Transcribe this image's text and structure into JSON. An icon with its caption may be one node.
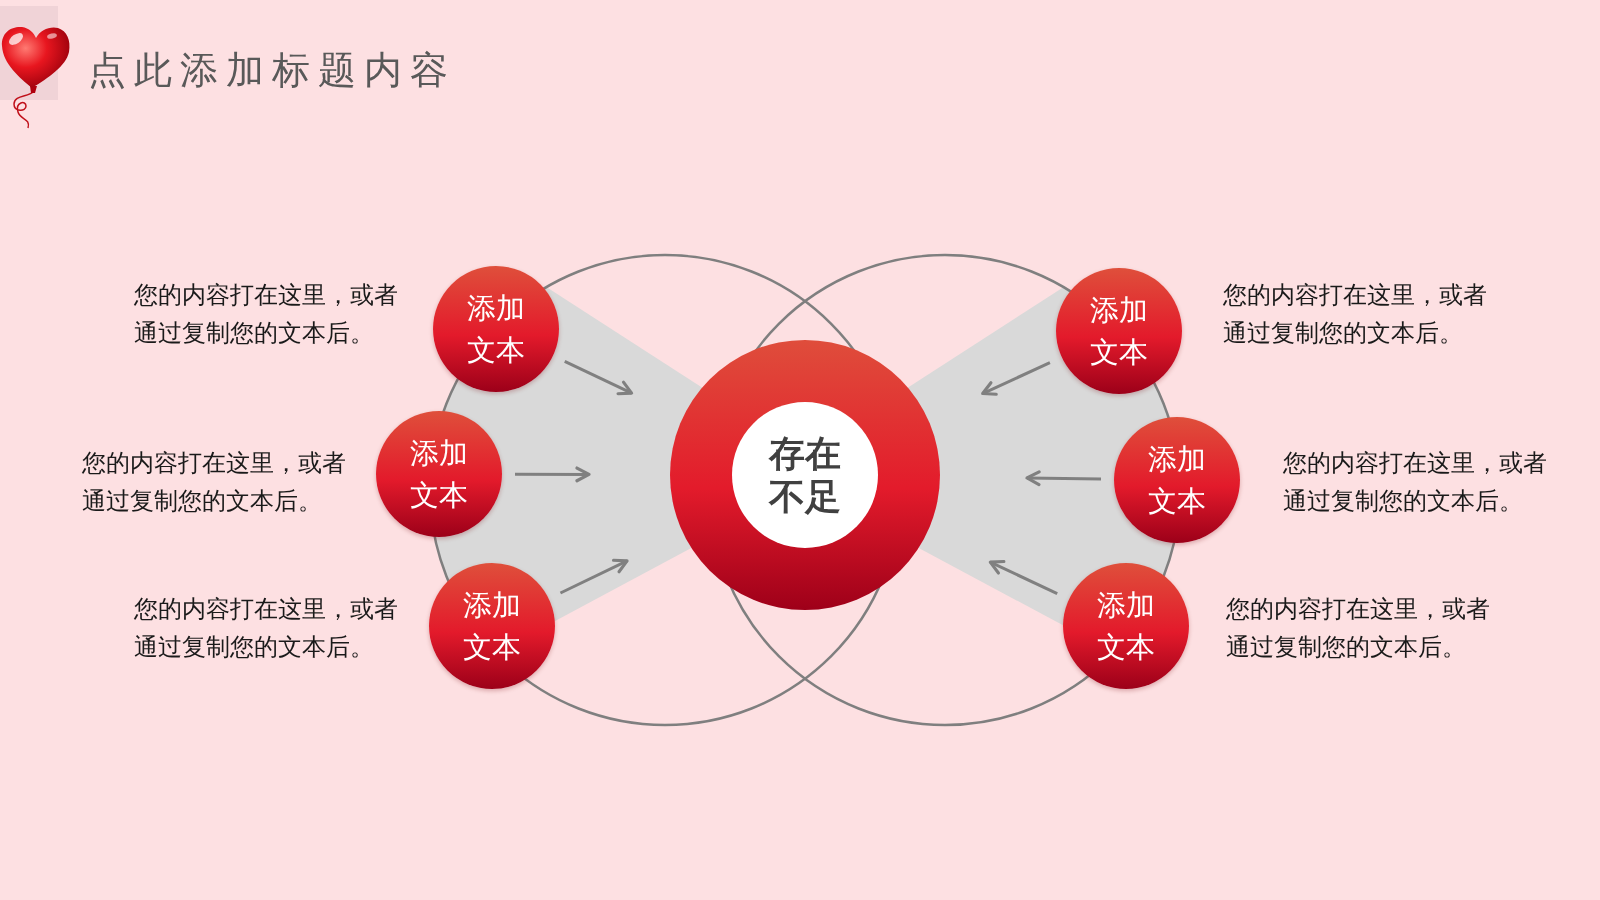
{
  "diagram": {
    "title": "点此添加标题内容",
    "nodes": [
      {
        "text": [
          "添加文本"
        ],
        "beside": [
          "您的内容打在这里，或者通过复制您的文本后。"
        ]
      },
      {
        "text": [
          "添加文本"
        ],
        "beside": [
          "您的内容打在这里，或者通过复制您的文本后。"
        ]
      },
      {
        "text": [
          "添加文本"
        ],
        "beside": [
          "您的内容打在这里，或者通过复制您的文本后。"
        ]
      },
      {
        "text": [
          "存在不足"
        ]
      },
      {
        "text": [
          "添加文本"
        ],
        "beside": [
          "您的内容打在这里，或者通过复制您的文本后。"
        ]
      },
      {
        "text": [
          "添加文本"
        ],
        "beside": [
          "您的内容打在这里，或者通过复制您的文本后。"
        ]
      },
      {
        "text": [
          "添加文本"
        ],
        "beside": [
          "您的内容打在这里，或者通过复制您的文本后。"
        ]
      }
    ],
    "edges": [
      {
        "from": 0,
        "to": 3,
        "arrow": "to"
      },
      {
        "from": 1,
        "to": 3,
        "arrow": "to"
      },
      {
        "from": 2,
        "to": 3,
        "arrow": "to"
      },
      {
        "from": 4,
        "to": 3,
        "arrow": "to"
      },
      {
        "from": 5,
        "to": 3,
        "arrow": "to"
      },
      {
        "from": 6,
        "to": 3,
        "arrow": "to"
      }
    ]
  }
}
